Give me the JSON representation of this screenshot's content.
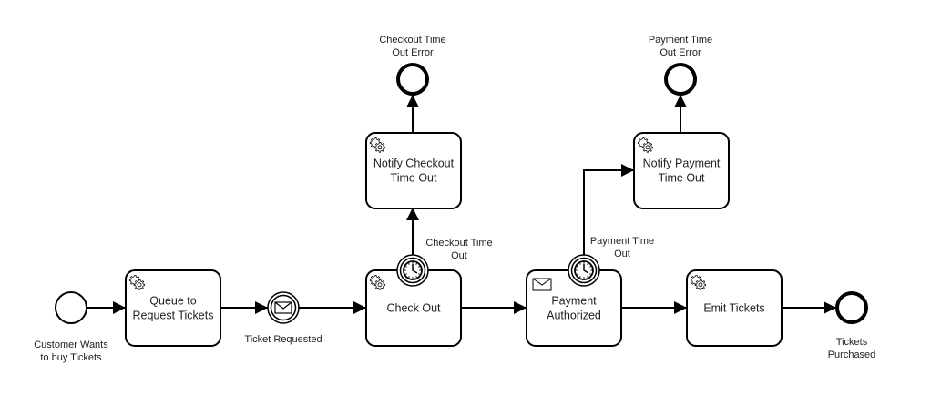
{
  "diagram": {
    "type": "bpmn",
    "events": {
      "start": {
        "label_lines": [
          "Customer Wants",
          "to buy Tickets"
        ],
        "kind": "start"
      },
      "ticket_requested": {
        "label_lines": [
          "Ticket Requested"
        ],
        "kind": "intermediate-message-catch"
      },
      "checkout_timeout": {
        "label_lines": [
          "Checkout Time",
          "Out"
        ],
        "kind": "boundary-timer"
      },
      "payment_timeout": {
        "label_lines": [
          "Payment Time",
          "Out"
        ],
        "kind": "boundary-timer"
      },
      "checkout_error": {
        "label_lines": [
          "Checkout Time",
          "Out Error"
        ],
        "kind": "end"
      },
      "payment_error": {
        "label_lines": [
          "Payment Time",
          "Out Error"
        ],
        "kind": "end"
      },
      "end": {
        "label_lines": [
          "Tickets",
          "Purchased"
        ],
        "kind": "end"
      }
    },
    "tasks": {
      "queue": {
        "label_lines": [
          "Queue to",
          "Request Tickets"
        ],
        "icon": "gear-icon"
      },
      "checkout": {
        "label_lines": [
          "Check Out"
        ],
        "icon": "gear-icon"
      },
      "notify_checkout": {
        "label_lines": [
          "Notify Checkout",
          "Time Out"
        ],
        "icon": "gear-icon"
      },
      "payment": {
        "label_lines": [
          "Payment",
          "Authorized"
        ],
        "icon": "envelope-icon"
      },
      "notify_payment": {
        "label_lines": [
          "Notify Payment",
          "Time Out"
        ],
        "icon": "gear-icon"
      },
      "emit": {
        "label_lines": [
          "Emit Tickets"
        ],
        "icon": "gear-icon"
      }
    },
    "flows": [
      [
        "start",
        "queue"
      ],
      [
        "queue",
        "ticket_requested"
      ],
      [
        "ticket_requested",
        "checkout"
      ],
      [
        "checkout",
        "payment"
      ],
      [
        "payment",
        "emit"
      ],
      [
        "emit",
        "end"
      ],
      [
        "checkout_timeout",
        "notify_checkout"
      ],
      [
        "notify_checkout",
        "checkout_error"
      ],
      [
        "payment_timeout",
        "notify_payment"
      ],
      [
        "notify_payment",
        "payment_error"
      ]
    ]
  }
}
